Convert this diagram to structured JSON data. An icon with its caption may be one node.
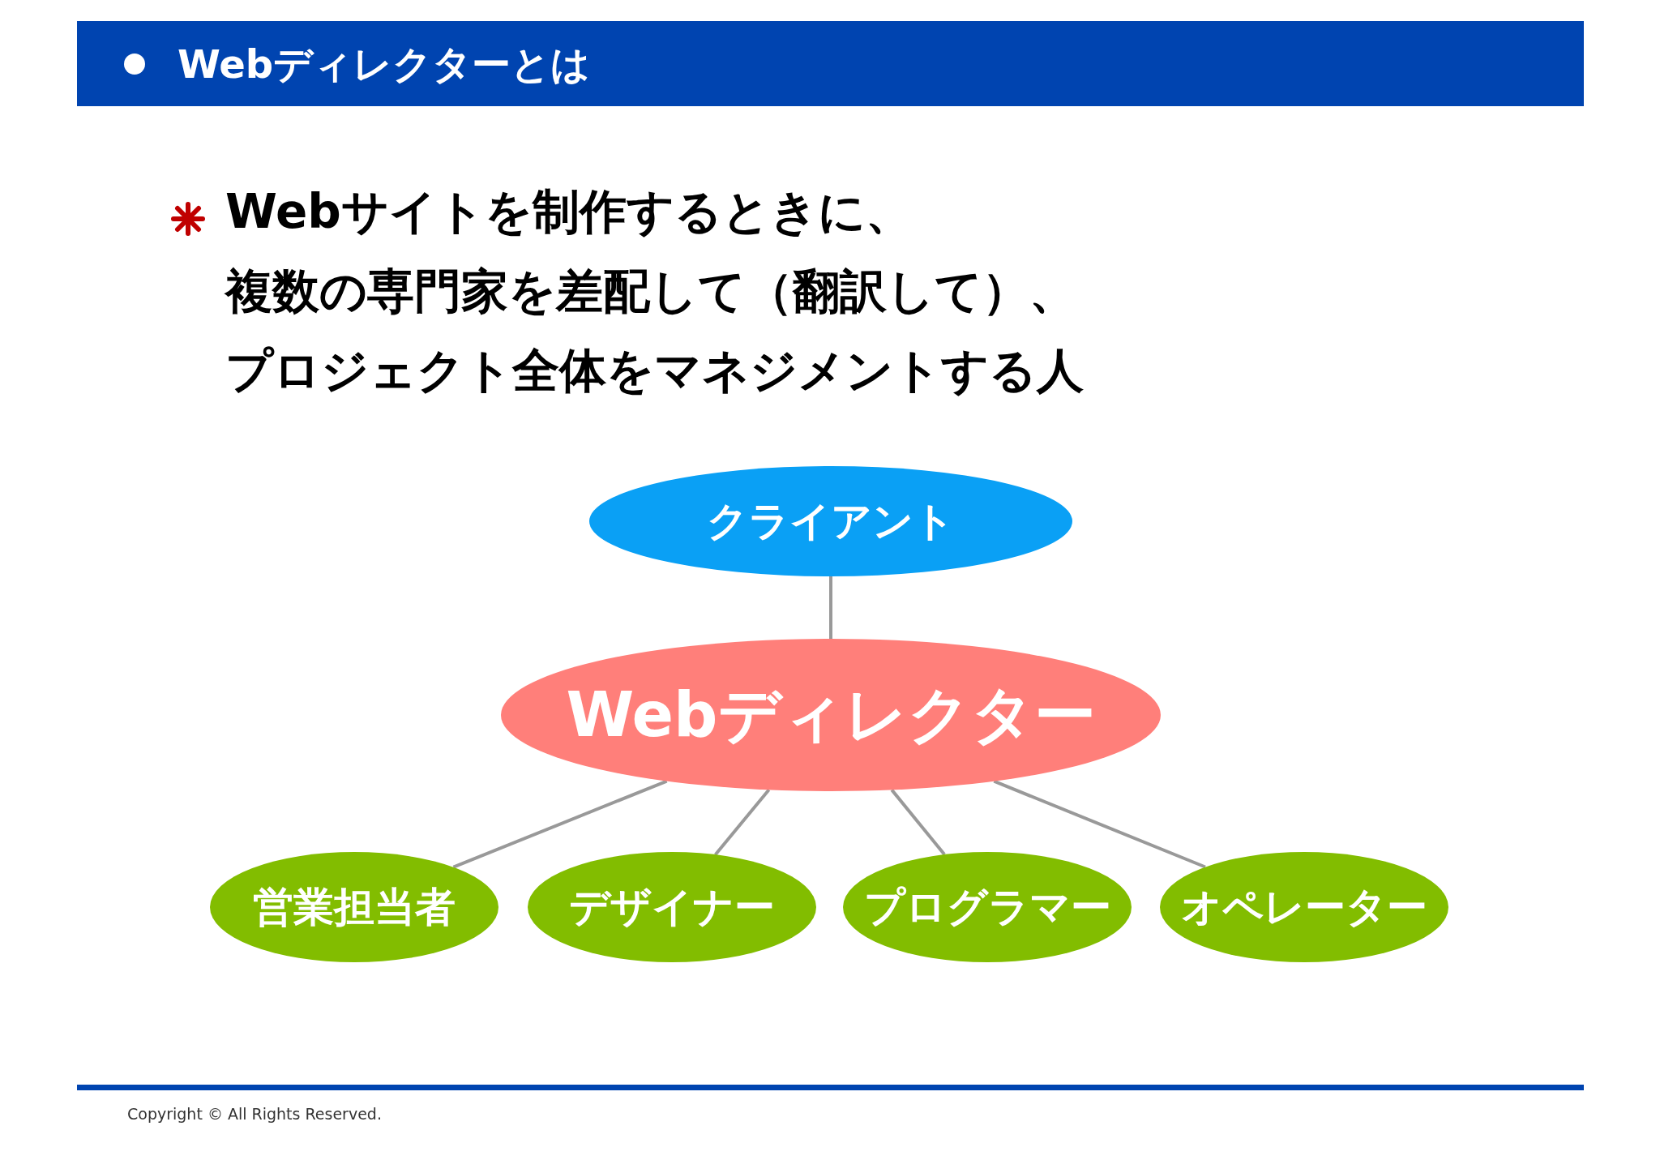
{
  "diagram": {
    "title": "Webディレクターとは",
    "nodes": [
      {
        "text": [
          "クライアント"
        ]
      },
      {
        "text": [
          "Webディレクター"
        ]
      },
      {
        "text": [
          "営業担当者"
        ]
      },
      {
        "text": [
          "デザイナー"
        ]
      },
      {
        "text": [
          "プログラマー"
        ]
      },
      {
        "text": [
          "オペレーター"
        ]
      }
    ],
    "edges": [
      {
        "from": 0,
        "to": 1,
        "arrow": "none"
      },
      {
        "from": 1,
        "to": 2,
        "arrow": "none"
      },
      {
        "from": 1,
        "to": 3,
        "arrow": "none"
      },
      {
        "from": 1,
        "to": 4,
        "arrow": "none"
      },
      {
        "from": 1,
        "to": 5,
        "arrow": "none"
      }
    ],
    "labels": [
      "Webサイトを制作するときに、",
      "複数の専門家を差配して（翻訳して）、",
      "プロジェクト全体をマネジメントする人",
      "Copyright © All Rights Reserved."
    ]
  }
}
